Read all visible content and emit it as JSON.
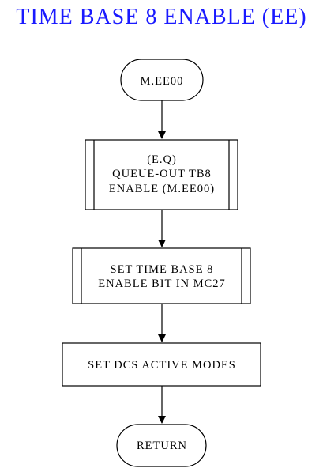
{
  "title": "TIME BASE 8 ENABLE (EE)",
  "colors": {
    "title": "#1a1aff",
    "stroke": "#000000",
    "background": "#ffffff"
  },
  "nodes": {
    "start": {
      "shape": "terminator",
      "text": "M.EE00"
    },
    "queue": {
      "shape": "predefined-process",
      "lines": [
        "(E.Q)",
        "QUEUE-OUT TB8",
        "ENABLE (M.EE00)"
      ]
    },
    "set_bit": {
      "shape": "predefined-process",
      "lines": [
        "SET TIME BASE 8",
        "ENABLE BIT IN MC27"
      ]
    },
    "set_modes": {
      "shape": "process",
      "text": "SET DCS ACTIVE MODES"
    },
    "end": {
      "shape": "terminator",
      "text": "RETURN"
    }
  }
}
